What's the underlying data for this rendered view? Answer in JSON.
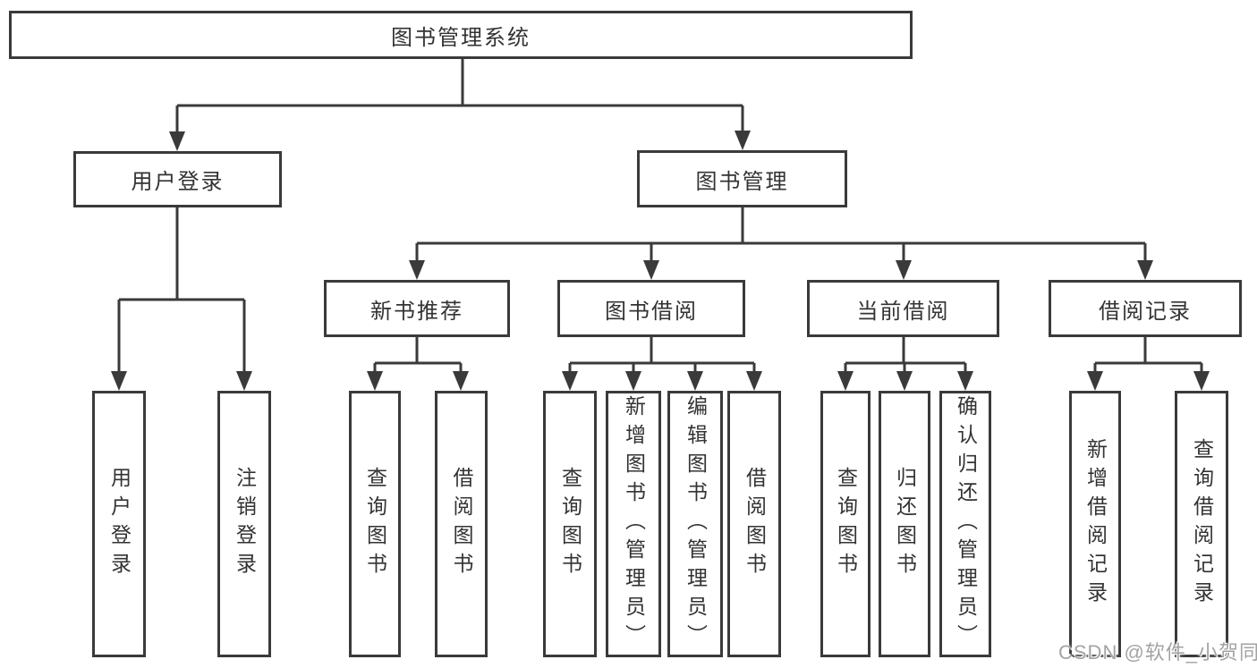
{
  "diagram": {
    "title": "图书管理系统",
    "branches": [
      {
        "label": "用户登录",
        "children": [
          {
            "label": "用户登录"
          },
          {
            "label": "注销登录"
          }
        ]
      },
      {
        "label": "图书管理",
        "children": [
          {
            "label": "新书推荐",
            "children": [
              {
                "label": "查询图书"
              },
              {
                "label": "借阅图书"
              }
            ]
          },
          {
            "label": "图书借阅",
            "children": [
              {
                "label": "查询图书"
              },
              {
                "label": "新增图书（管理员）"
              },
              {
                "label": "编辑图书（管理员）"
              },
              {
                "label": "借阅图书"
              }
            ]
          },
          {
            "label": "当前借阅",
            "children": [
              {
                "label": "查询图书"
              },
              {
                "label": "归还图书"
              },
              {
                "label": "确认归还（管理员）"
              }
            ]
          },
          {
            "label": "借阅记录",
            "children": [
              {
                "label": "新增借阅记录"
              },
              {
                "label": "查询借阅记录"
              }
            ]
          }
        ]
      }
    ]
  },
  "watermark": {
    "text": "CSDN @软件_小贺同学"
  },
  "colors": {
    "line": "#3a3a3a",
    "text": "#333333",
    "watermark": "#a3a3a3"
  }
}
